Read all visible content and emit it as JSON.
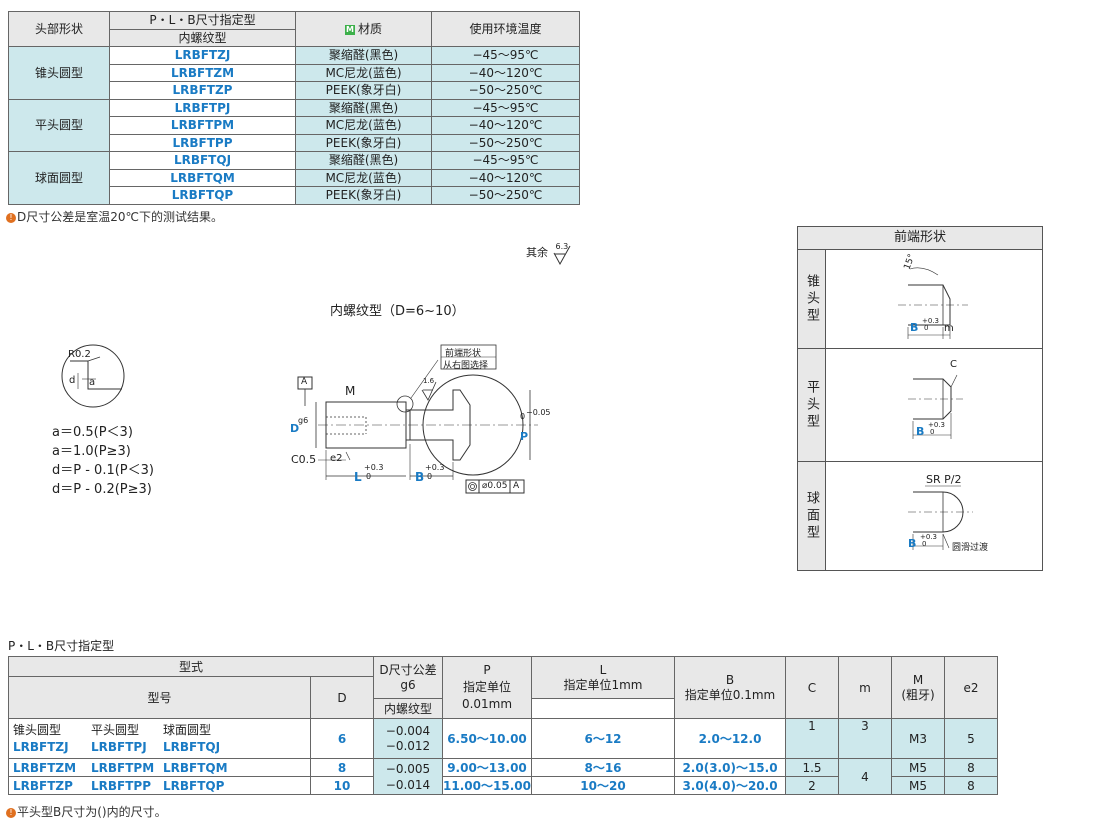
{
  "top_table": {
    "headers": {
      "head_shape": "头部形状",
      "type_line1": "P・L・B尺寸指定型",
      "type_line2": "内螺纹型",
      "material_badge": "M",
      "material": "材质",
      "temperature": "使用环境温度"
    },
    "groups": [
      {
        "shape": "锥头圆型",
        "rows": [
          {
            "code": "LRBFTZJ",
            "material": "聚缩醛(黑色)",
            "temp": "−45～95℃"
          },
          {
            "code": "LRBFTZM",
            "material": "MC尼龙(蓝色)",
            "temp": "−40～120℃"
          },
          {
            "code": "LRBFTZP",
            "material": "PEEK(象牙白)",
            "temp": "−50～250℃"
          }
        ]
      },
      {
        "shape": "平头圆型",
        "rows": [
          {
            "code": "LRBFTPJ",
            "material": "聚缩醛(黑色)",
            "temp": "−45～95℃"
          },
          {
            "code": "LRBFTPM",
            "material": "MC尼龙(蓝色)",
            "temp": "−40～120℃"
          },
          {
            "code": "LRBFTPP",
            "material": "PEEK(象牙白)",
            "temp": "−50～250℃"
          }
        ]
      },
      {
        "shape": "球面圆型",
        "rows": [
          {
            "code": "LRBFTQJ",
            "material": "聚缩醛(黑色)",
            "temp": "−45～95℃"
          },
          {
            "code": "LRBFTQM",
            "material": "MC尼龙(蓝色)",
            "temp": "−40～120℃"
          },
          {
            "code": "LRBFTQP",
            "material": "PEEK(象牙白)",
            "temp": "−50～250℃"
          }
        ]
      }
    ],
    "note": "D尺寸公差是室温20℃下的测试结果。"
  },
  "drawing": {
    "roughness": "其余",
    "roughness_value": "6.3",
    "title": "内螺纹型（D=6~10）",
    "detail_r": "R0.2",
    "detail_d": "d",
    "detail_a": "a",
    "formulas": [
      "a＝0.5(P＜3)",
      "a＝1.0(P≥3)",
      "d＝P - 0.1(P＜3)",
      "d＝P - 0.2(P≥3)"
    ],
    "callout_line1": "前端形状",
    "callout_line2": "从右图选择",
    "datum": "A",
    "label_m": "M",
    "label_d": "D",
    "label_g6": "g6",
    "label_p": "P",
    "label_p_tol_top": "0",
    "label_p_tol_bot": "−0.05",
    "label_c05": "C0.5",
    "label_e2": "e2",
    "label_l": "L",
    "label_b": "B",
    "tol_plus": "+0.3",
    "tol_zero": "0",
    "roughness_small": "1.6",
    "concentricity_tol": "0.05",
    "concentricity_datum": "A"
  },
  "front_shapes": {
    "title": "前端形状",
    "rows": [
      {
        "label": "锥头型",
        "angle": "15°",
        "b": "B",
        "m": "m"
      },
      {
        "label": "平头型",
        "c": "C",
        "b": "B"
      },
      {
        "label": "球面型",
        "sr": "SR P/2",
        "b": "B",
        "note": "圆滑过渡"
      }
    ]
  },
  "bottom": {
    "subtitle": "P・L・B尺寸指定型",
    "headers": {
      "type": "型式",
      "model": "型号",
      "d": "D",
      "dtol_1": "D尺寸公差",
      "dtol_2": "g6",
      "p_1": "P",
      "p_2": "指定单位",
      "p_3": "0.01mm",
      "l_1": "L",
      "l_2": "指定单位1mm",
      "l_3": "内螺纹型",
      "b_1": "B",
      "b_2": "指定单位0.1mm",
      "c": "C",
      "m": "m",
      "mm_1": "M",
      "mm_2": "(粗牙)",
      "e2": "e2"
    },
    "shape_names": [
      "锥头圆型",
      "平头圆型",
      "球面圆型"
    ],
    "rows": [
      {
        "codes": [
          "LRBFTZJ",
          "LRBFTPJ",
          "LRBFTQJ"
        ],
        "d": "6",
        "tol1": "−0.004",
        "tol2": "−0.012",
        "p": "6.50～10.00",
        "l": "6～12",
        "b": "2.0～12.0",
        "c": "1",
        "m": "3",
        "mm": "M3",
        "e2": "5"
      },
      {
        "codes": [
          "LRBFTZM",
          "LRBFTPM",
          "LRBFTQM"
        ],
        "d": "8",
        "tol1": "−0.005",
        "p": "9.00～13.00",
        "l": "8～16",
        "b": "2.0(3.0)～15.0",
        "c": "1.5",
        "m": "4",
        "mm": "M5",
        "e2": "8"
      },
      {
        "codes": [
          "LRBFTZP",
          "LRBFTPP",
          "LRBFTQP"
        ],
        "d": "10",
        "tol2": "−0.014",
        "p": "11.00～15.00",
        "l": "10～20",
        "b": "3.0(4.0)～20.0",
        "c": "2",
        "mm": "M5",
        "e2": "8"
      }
    ],
    "note": "平头型B尺寸为()内的尺寸。"
  }
}
